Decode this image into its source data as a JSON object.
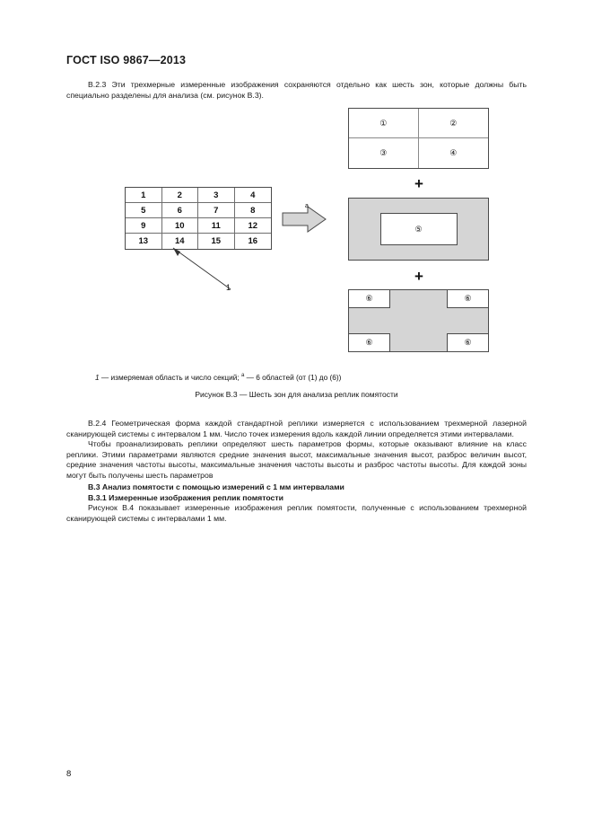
{
  "document": {
    "header": "ГОСТ ISO 9867—2013",
    "page_number": "8"
  },
  "paragraphs": {
    "b23": "B.2.3 Эти трехмерные измеренные изображения сохраняются отдельно как шесть зон, которые должны быть специально разделены для анализа (см. рисунок В.3).",
    "b24": "B.2.4 Геометрическая форма каждой стандартной реплики измеряется с использованием трехмерной лазерной сканирующей системы с интервалом 1 мм. Число точек измерения вдоль каждой линии определяется этими интервалами.",
    "b24b": "Чтобы проанализировать реплики определяют шесть параметров формы, которые оказывают влияние на класс реплики. Этими параметрами являются средние значения высот, максимальные значения высот, разброс величин высот, средние значения частоты высоты, максимальные значения частоты высоты и разброс частоты высоты. Для каждой зоны могут быть получены шесть параметров",
    "b3_heading": "B.3 Анализ помятости с помощью измерений с 1 мм интервалами",
    "b31_heading": "B.3.1 Измеренные изображения реплик помятости",
    "b31_text": "Рисунок В.4 показывает измеренные изображения реплик помятости, полученные с использованием трехмерной сканирующей системы с интервалами 1 мм."
  },
  "figure": {
    "grid16": {
      "cells": [
        "1",
        "2",
        "3",
        "4",
        "5",
        "6",
        "7",
        "8",
        "9",
        "10",
        "11",
        "12",
        "13",
        "14",
        "15",
        "16"
      ]
    },
    "leader_label": "1",
    "arrow_superscript": "a",
    "quadrants": [
      "①",
      "②",
      "③",
      "④"
    ],
    "center_zone": "⑤",
    "corner_zones": [
      "⑥",
      "⑥",
      "⑥",
      "⑥"
    ],
    "plus_1": "+",
    "plus_2": "+",
    "legend_index": "1",
    "legend_text_1": " — измеряемая область и число секций; ",
    "legend_sup": "a",
    "legend_text_2": " — 6 областей (от (1) до (6))",
    "caption": "Рисунок В.3 — Шесть зон для анализа реплик помятости"
  },
  "colors": {
    "gray_fill": "#d5d5d5",
    "border": "#4a4a4a",
    "text": "#111111",
    "page_bg": "#ffffff"
  }
}
